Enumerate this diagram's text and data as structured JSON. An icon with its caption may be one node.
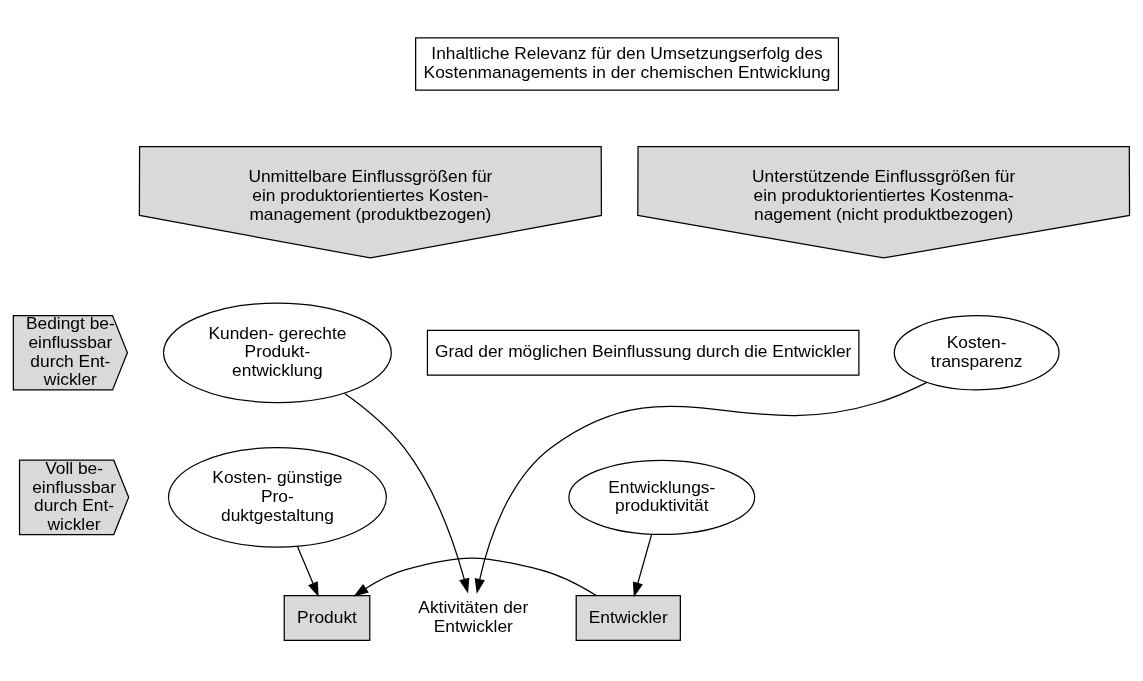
{
  "diagram": {
    "nodes": [
      {
        "text": [
          "Inhaltliche Relevanz für den Umsetzungserfolg des Kostenmanagements in der chemischen Entwicklung"
        ]
      },
      {
        "text": [
          "Unmittelbare Einflussgrößen für ein produktorientiertes Kosten- management (produktbezogen)"
        ]
      },
      {
        "text": [
          "Unterstützende Einflussgrößen für ein produktorientiertes Kostenma- nagement (nicht produktbezogen)"
        ]
      },
      {
        "text": [
          "Grad der möglichen Beinflussung durch die Entwickler"
        ]
      },
      {
        "text": [
          "Bedingt be- einflussbar durch Ent- wickler"
        ]
      },
      {
        "text": [
          "Voll be- einflussbar durch Ent- wickler"
        ]
      },
      {
        "text": [
          "Kunden- gerechte Produkt- entwicklung"
        ]
      },
      {
        "text": [
          "Kosten- transparenz"
        ]
      },
      {
        "text": [
          "Kosten- günstige Pro- duktgestaltung"
        ]
      },
      {
        "text": [
          "Entwicklungs- produktivität"
        ]
      },
      {
        "text": [
          "Produkt"
        ]
      },
      {
        "text": [
          "Entwickler"
        ]
      },
      {
        "text": [
          "Aktivitäten der Entwickler"
        ]
      }
    ],
    "edges": [
      {
        "from": 6,
        "to": 12,
        "arrow": "to"
      },
      {
        "from": 7,
        "to": 12,
        "arrow": "to"
      },
      {
        "from": 8,
        "to": 10,
        "arrow": "to"
      },
      {
        "from": 9,
        "to": 11,
        "arrow": "to"
      },
      {
        "from": 11,
        "to": 10,
        "arrow": "to"
      }
    ]
  }
}
